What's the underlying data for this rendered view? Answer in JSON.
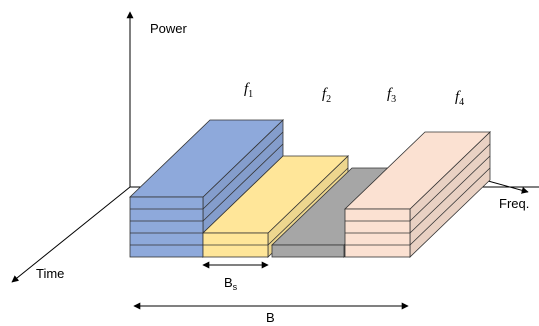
{
  "axes": {
    "power_label": "Power",
    "freq_label": "Freq.",
    "time_label": "Time"
  },
  "bands": [
    {
      "id": "f1",
      "label_base": "f",
      "label_sub": "1",
      "color": "#8ea9db",
      "layers": 5
    },
    {
      "id": "f2",
      "label_base": "f",
      "label_sub": "2",
      "color": "#ffe699",
      "layers": 2
    },
    {
      "id": "f3",
      "label_base": "f",
      "label_sub": "3",
      "color": "#a6a6a6",
      "layers": 1
    },
    {
      "id": "f4",
      "label_base": "f",
      "label_sub": "4",
      "color": "#fbe1d2",
      "layers": 4
    }
  ],
  "dimensions": {
    "subband_label_base": "B",
    "subband_label_sub": "s",
    "total_label": "B"
  }
}
